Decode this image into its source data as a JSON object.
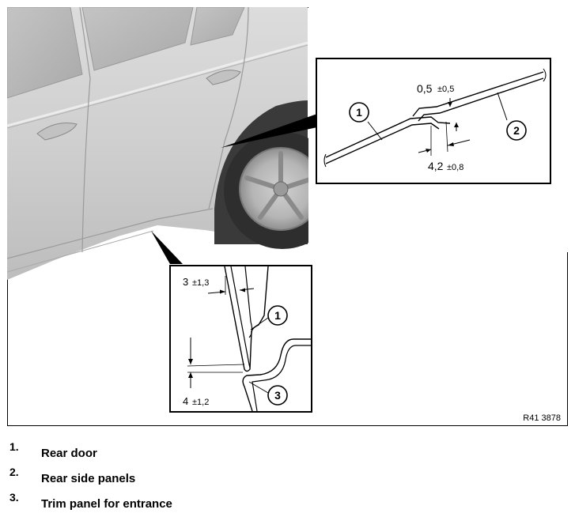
{
  "figure": {
    "ref_code": "R41 3878",
    "detail_top": {
      "callouts": [
        "1",
        "2"
      ],
      "dim_gap": {
        "value": "0,5",
        "tolerance": "±0,5"
      },
      "dim_overlap": {
        "value": "4,2",
        "tolerance": "±0,8"
      }
    },
    "detail_bottom": {
      "callouts": [
        "1",
        "3"
      ],
      "dim_side": {
        "value": "3",
        "tolerance": "±1,3"
      },
      "dim_vertical": {
        "value": "4",
        "tolerance": "±1,2"
      }
    }
  },
  "legend": [
    {
      "number": "1.",
      "text": "Rear door"
    },
    {
      "number": "2.",
      "text": "Rear side panels"
    },
    {
      "number": "3.",
      "text": "Trim panel for entrance"
    }
  ]
}
